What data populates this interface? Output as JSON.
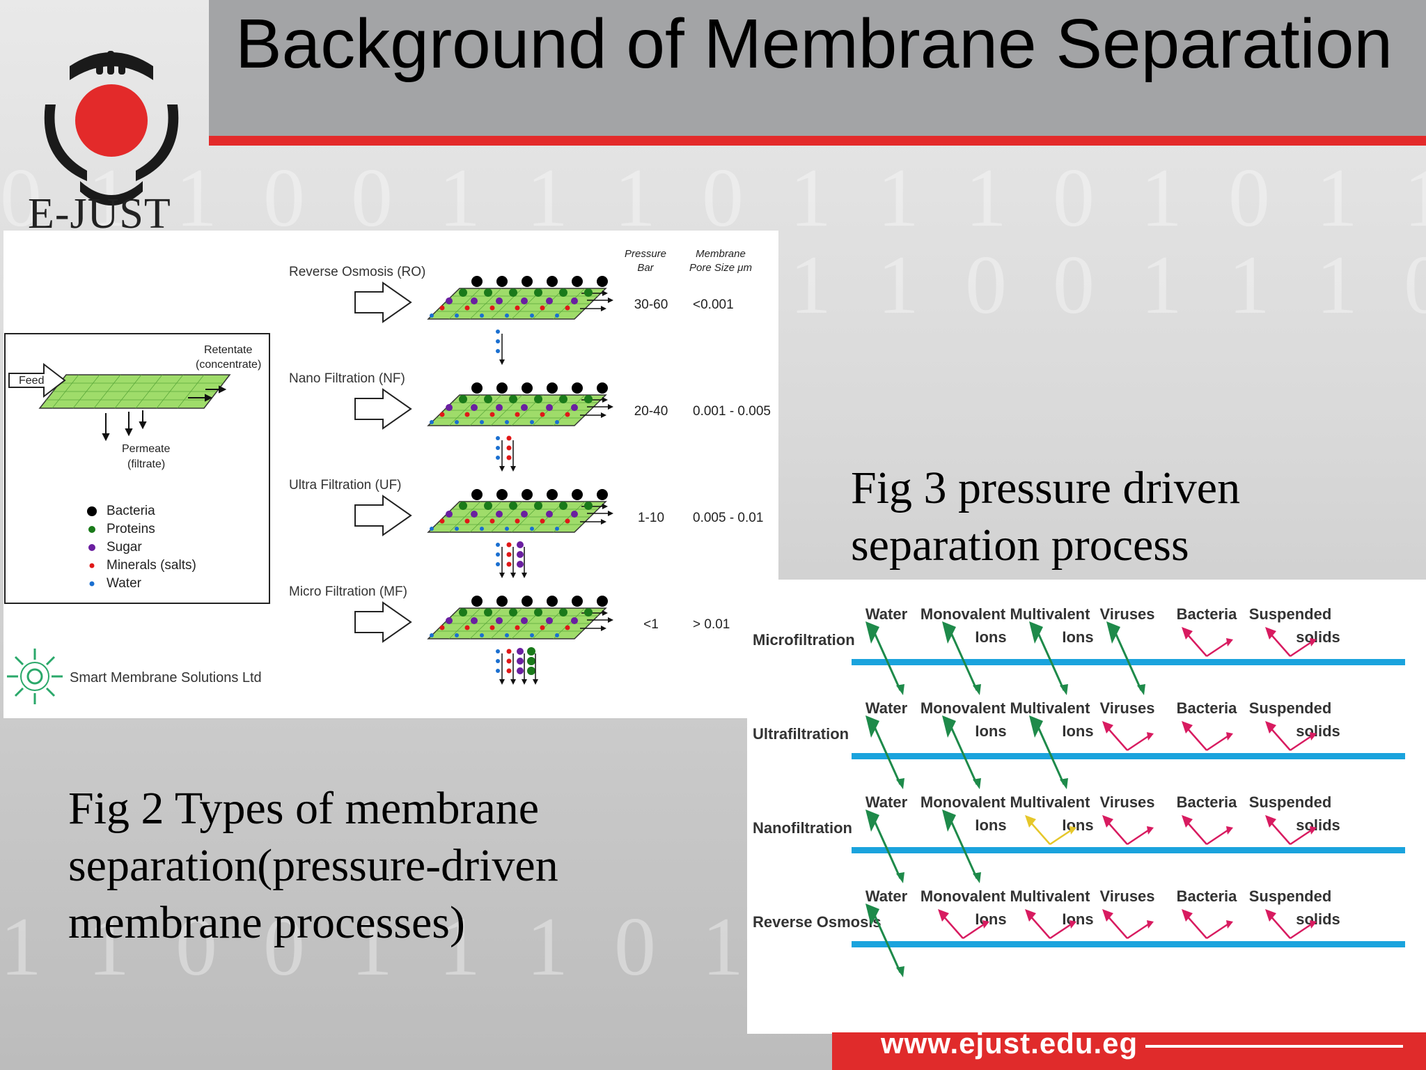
{
  "slide": {
    "title": "Background of Membrane Separation",
    "logo_text": "E-JUST",
    "footer_url": "www.ejust.edu.eg",
    "background_digits": [
      "0 1 1 0 0 1 1 1 0 1 1 1 0 1 0 1 1 1 0 0 1 1",
      "0 1 1 1 1 0 1 1 0 1 1 0 0 1 1 1 0 1 1 1 0 1",
      "1 1 0 0 1 1 1 0 1 1 1 0 1 0 0 1 1 1 0 1 1 0"
    ],
    "accent_red": "#e32a2a",
    "header_gray": "#a3a4a6"
  },
  "figure2": {
    "caption": "Fig 2 Types of membrane separation(pressure-driven membrane processes)",
    "diagram": {
      "feed": "Feed",
      "retentate": "Retentate",
      "concentrate": "(concentrate)",
      "permeate": "Permeate",
      "filtrate": "(filtrate)",
      "legend": [
        {
          "label": "Bacteria",
          "color": "#000000"
        },
        {
          "label": "Proteins",
          "color": "#1a7a1a"
        },
        {
          "label": "Sugar",
          "color": "#6a1fa0"
        },
        {
          "label": "Minerals (salts)",
          "color": "#e01818"
        },
        {
          "label": "Water",
          "color": "#1a6fd0"
        }
      ],
      "company": "Smart Membrane Solutions Ltd"
    },
    "column_headers": {
      "pressure": "Pressure",
      "pressure_unit": "Bar",
      "pore": "Membrane",
      "pore_unit": "Pore Size μm"
    },
    "processes": [
      {
        "name": "Reverse Osmosis (RO)",
        "pressure": "30-60",
        "pore": "<0.001"
      },
      {
        "name": "Nano Filtration (NF)",
        "pressure": "20-40",
        "pore": "0.001 - 0.005"
      },
      {
        "name": "Ultra Filtration (UF)",
        "pressure": "1-10",
        "pore": "0.005 - 0.01"
      },
      {
        "name": "Micro Filtration (MF)",
        "pressure": "<1",
        "pore": "> 0.01"
      }
    ]
  },
  "figure3": {
    "caption": "Fig 3 pressure driven separation process",
    "processes": [
      "Microfiltration",
      "Ultrafiltration",
      "Nanofiltration",
      "Reverse Osmosis"
    ],
    "species": [
      {
        "line1": "Water",
        "line2": ""
      },
      {
        "line1": "Monovalent",
        "line2": "Ions"
      },
      {
        "line1": "Multivalent",
        "line2": "Ions"
      },
      {
        "line1": "Viruses",
        "line2": ""
      },
      {
        "line1": "Bacteria",
        "line2": ""
      },
      {
        "line1": "Suspended",
        "line2": "solids"
      }
    ],
    "passes": [
      [
        true,
        true,
        true,
        true,
        false,
        false
      ],
      [
        true,
        true,
        true,
        false,
        false,
        false
      ],
      [
        true,
        true,
        "partial",
        false,
        false,
        false
      ],
      [
        true,
        false,
        false,
        false,
        false,
        false
      ]
    ],
    "colors": {
      "pass": "#1e8a4a",
      "reject": "#d81b60",
      "partial": "#e6c72a",
      "membrane": "#1aa3dd"
    }
  }
}
